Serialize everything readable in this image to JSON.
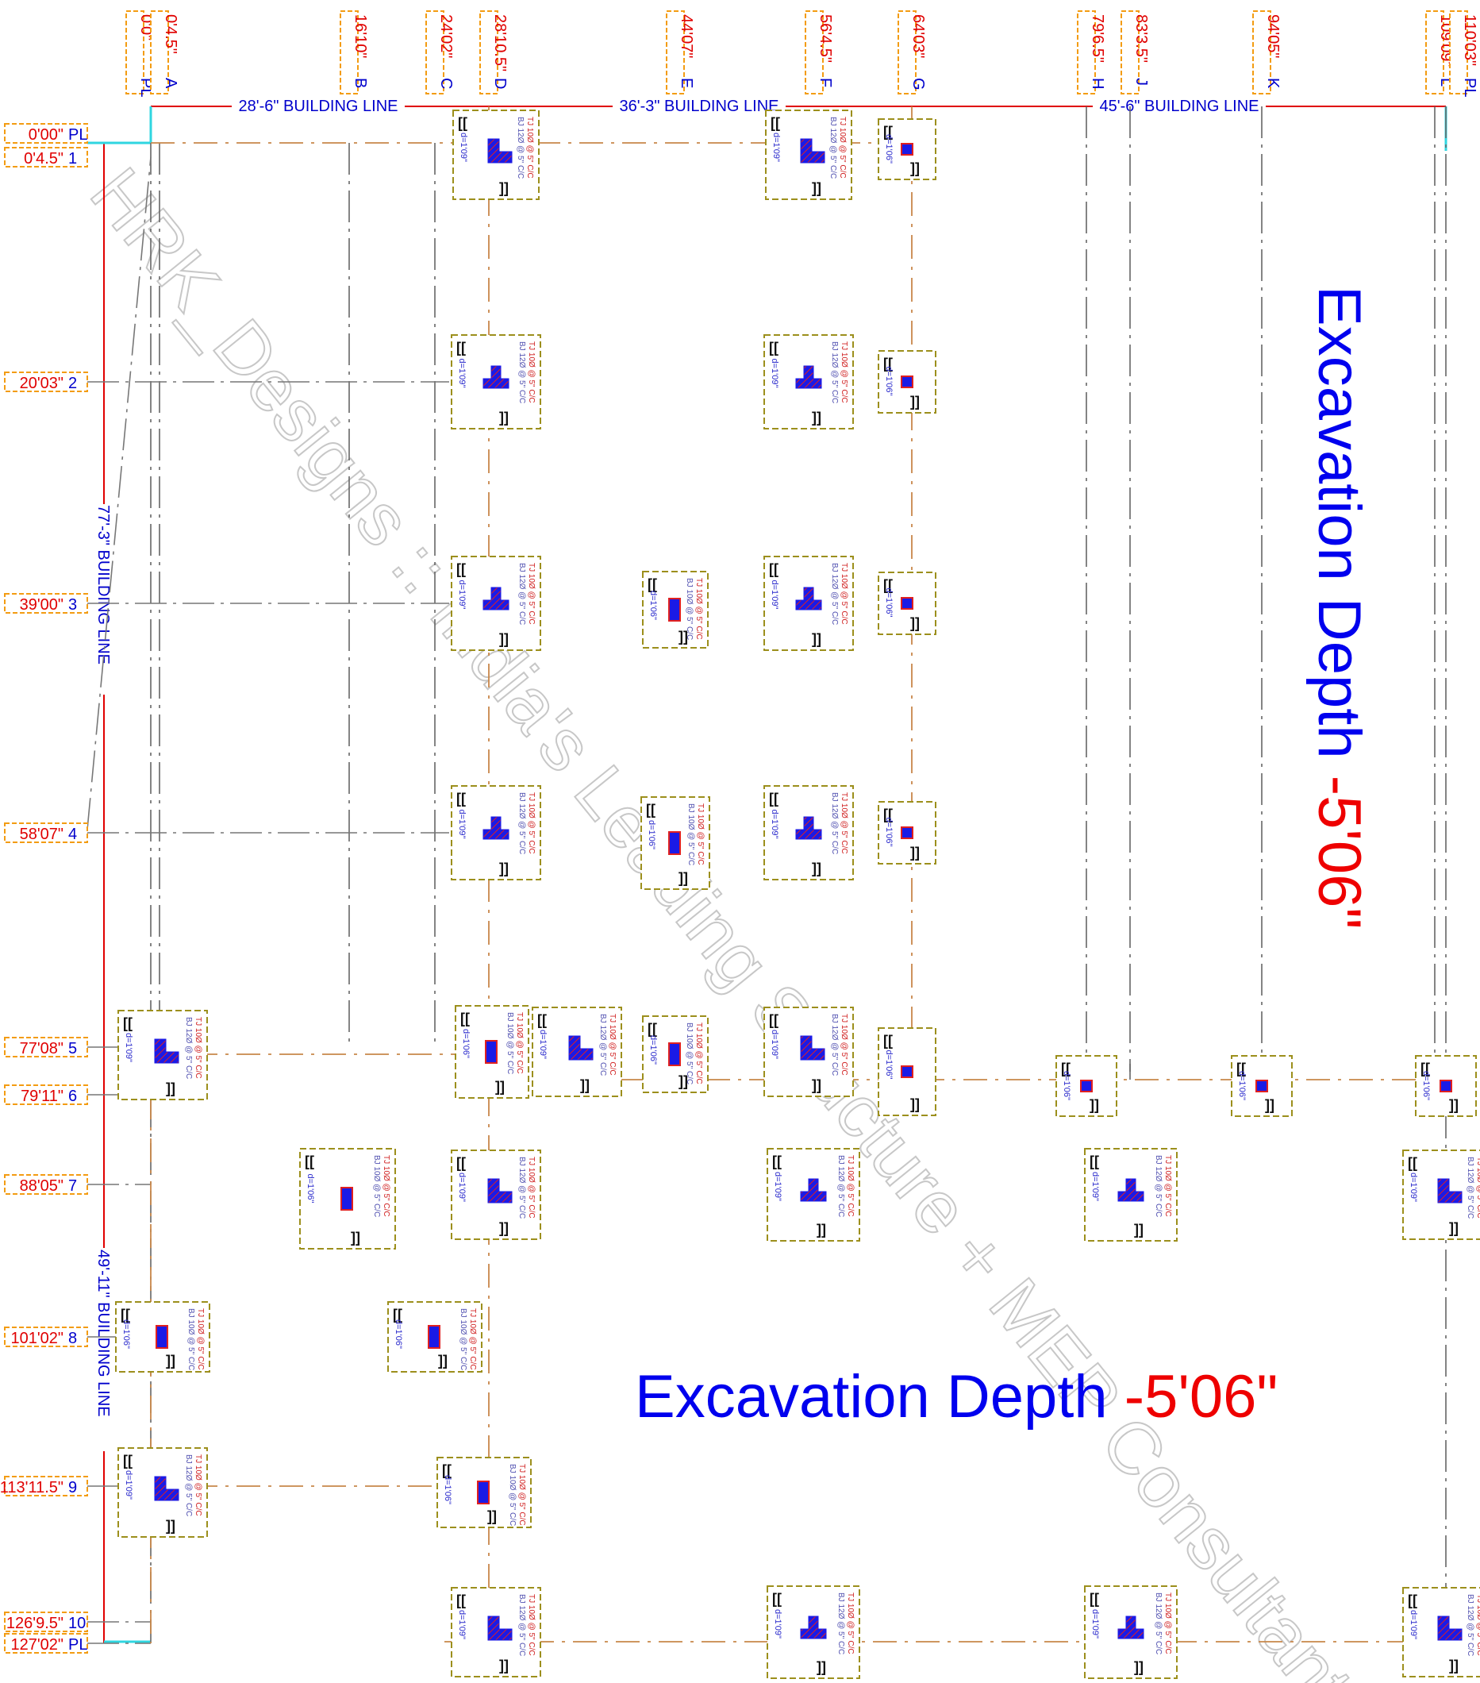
{
  "columns_top": [
    {
      "dim": "0'0\"",
      "label": "PL"
    },
    {
      "dim": "0'4.5\"",
      "label": "A"
    },
    {
      "dim": "16'10\"",
      "label": "B"
    },
    {
      "dim": "24'02\"",
      "label": "C"
    },
    {
      "dim": "28'10.5\"",
      "label": "D"
    },
    {
      "dim": "44'07\"",
      "label": "E"
    },
    {
      "dim": "56'4.5\"",
      "label": "F"
    },
    {
      "dim": "64'03\"",
      "label": "G"
    },
    {
      "dim": "79'6.5\"",
      "label": "H"
    },
    {
      "dim": "83'3.5\"",
      "label": "J"
    },
    {
      "dim": "94'05\"",
      "label": "K"
    },
    {
      "dim": "109'09\"",
      "label": "L"
    },
    {
      "dim": "110'03\"",
      "label": "PL"
    }
  ],
  "rows_left": [
    {
      "dim": "0'00\"",
      "label": "PL"
    },
    {
      "dim": "0'4.5\"",
      "label": "1"
    },
    {
      "dim": "20'03\"",
      "label": "2"
    },
    {
      "dim": "39'00\"",
      "label": "3"
    },
    {
      "dim": "58'07\"",
      "label": "4"
    },
    {
      "dim": "77'08\"",
      "label": "5"
    },
    {
      "dim": "79'11\"",
      "label": "6"
    },
    {
      "dim": "88'05\"",
      "label": "7"
    },
    {
      "dim": "101'02\"",
      "label": "8"
    },
    {
      "dim": "113'11.5\"",
      "label": "9"
    },
    {
      "dim": "126'9.5\"",
      "label": "10"
    },
    {
      "dim": "127'02\"",
      "label": "PL"
    }
  ],
  "building_lines": {
    "top_1": "28'-6\" BUILDING LINE",
    "top_2": "36'-3\" BUILDING LINE",
    "top_3": "45'-6\" BUILDING LINE",
    "left_1": "77'-3\" BUILDING LINE",
    "left_2": "49'-11\" BUILDING LINE"
  },
  "excavation": {
    "label": "Excavation Depth ",
    "value": "-5'06\""
  },
  "watermark": "HRK_Designs :: India's Leading Structure + MEP Consultants",
  "footing_text": {
    "depth_109": "d=1'09\"",
    "depth_106": "d=1'06\"",
    "top_bars": "TJ 10Ø @ 5\" C/C",
    "bottom_bars_12": "BJ 12Ø @ 5\" C/C",
    "bottom_bars_10": "BJ 10Ø @ 5\" C/C"
  },
  "colors": {
    "dimension_red": "#e00000",
    "label_blue": "#0000cc",
    "building_line": "#e00000",
    "column_fill": "#1a1ae6",
    "hatch": "#d42020"
  }
}
